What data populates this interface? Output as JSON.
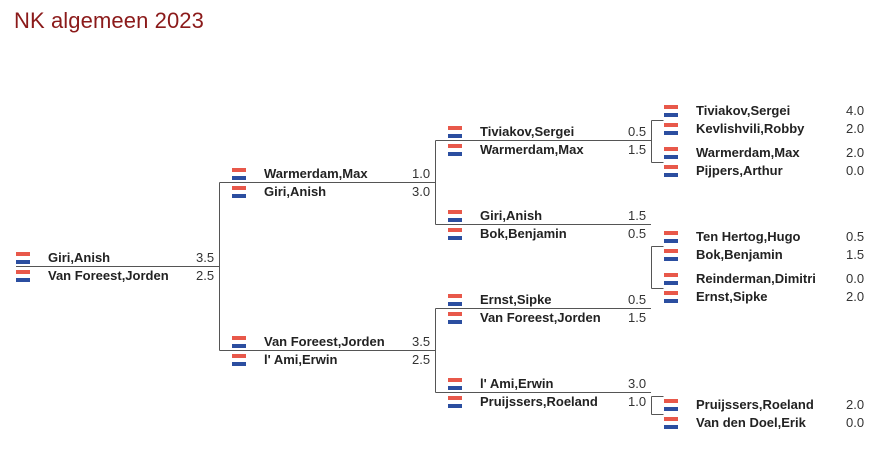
{
  "title": "NK algemeen 2023",
  "flag_colors": {
    "red": "#e8584a",
    "white": "#ffffff",
    "blue": "#2b4ea0"
  },
  "line_color": "#555555",
  "rounds": [
    [
      {
        "name": "Giri,Anish",
        "score": "3.5"
      },
      {
        "name": "Van Foreest,Jorden",
        "score": "2.5"
      }
    ],
    [
      {
        "name": "Warmerdam,Max",
        "score": "1.0"
      },
      {
        "name": "Giri,Anish",
        "score": "3.0"
      },
      {
        "name": "Van Foreest,Jorden",
        "score": "3.5"
      },
      {
        "name": "l' Ami,Erwin",
        "score": "2.5"
      }
    ],
    [
      {
        "name": "Tiviakov,Sergei",
        "score": "0.5"
      },
      {
        "name": "Warmerdam,Max",
        "score": "1.5"
      },
      {
        "name": "Giri,Anish",
        "score": "1.5"
      },
      {
        "name": "Bok,Benjamin",
        "score": "0.5"
      },
      {
        "name": "Ernst,Sipke",
        "score": "0.5"
      },
      {
        "name": "Van Foreest,Jorden",
        "score": "1.5"
      },
      {
        "name": "l' Ami,Erwin",
        "score": "3.0"
      },
      {
        "name": "Pruijssers,Roeland",
        "score": "1.0"
      }
    ],
    [
      {
        "name": "Tiviakov,Sergei",
        "score": "4.0"
      },
      {
        "name": "Kevlishvili,Robby",
        "score": "2.0"
      },
      {
        "name": "Warmerdam,Max",
        "score": "2.0"
      },
      {
        "name": "Pijpers,Arthur",
        "score": "0.0"
      },
      {
        "name": "Ten Hertog,Hugo",
        "score": "0.5"
      },
      {
        "name": "Bok,Benjamin",
        "score": "1.5"
      },
      {
        "name": "Reinderman,Dimitri",
        "score": "0.0"
      },
      {
        "name": "Ernst,Sipke",
        "score": "2.0"
      },
      {
        "name": "Pruijssers,Roeland",
        "score": "2.0"
      },
      {
        "name": "Van den Doel,Erik",
        "score": "0.0"
      }
    ]
  ]
}
